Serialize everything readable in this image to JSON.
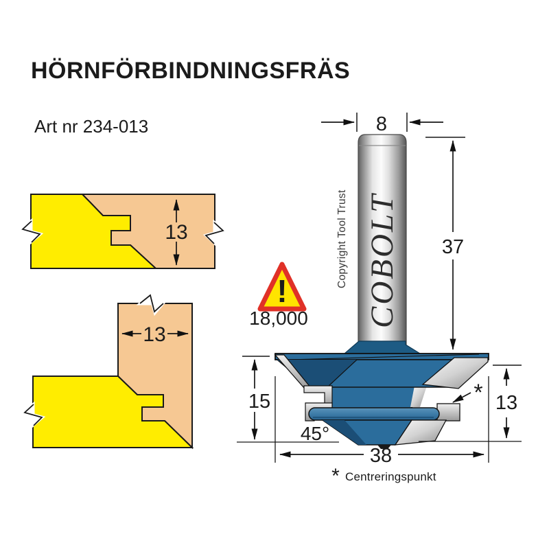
{
  "product": {
    "title": "HÖRNFÖRBINDNINGSFRÄS",
    "art_nr": "Art nr 234-013"
  },
  "warning": {
    "mark": "!",
    "rpm": "18,000"
  },
  "bit": {
    "brand": "COBOLT",
    "copyright": "Copyright Tool Trust",
    "shank_diameter": "8",
    "shank_length": "37",
    "cutter_height": "15",
    "cutter_angle": "45°",
    "cutter_diameter": "38",
    "edge_height": "13",
    "pointer_mark": "*"
  },
  "boards": {
    "top_board_thickness": "13",
    "corner_board_thickness": "13"
  },
  "footnote": {
    "mark": "*",
    "label": "Centreringspunkt"
  },
  "colors": {
    "wood_yellow": "#ffed00",
    "wood_tan": "#f6c893",
    "carbide_blue": "#2b6d9c",
    "carbide_dark_blue": "#1b4e76",
    "warning_red": "#e03127",
    "warning_yellow": "#ffe400"
  }
}
